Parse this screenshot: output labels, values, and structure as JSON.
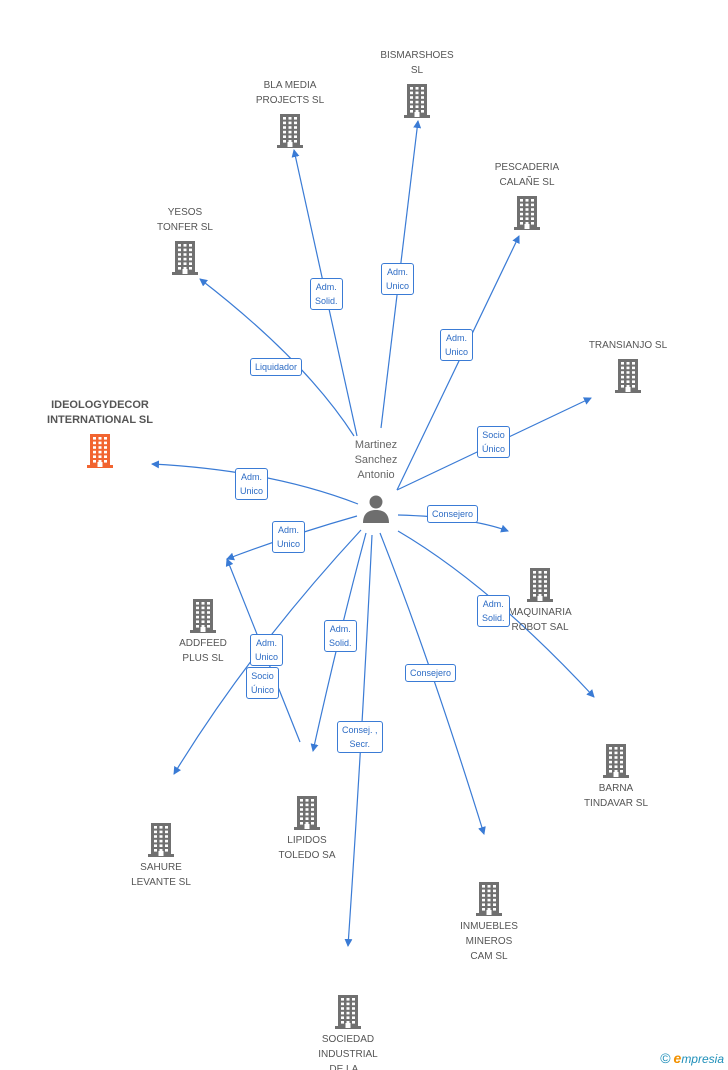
{
  "center": {
    "name": "Martinez\nSanchez\nAntonio"
  },
  "colors": {
    "edge": "#3a7bd5",
    "building": "#707070",
    "highlight": "#f26430",
    "person": "#6e6e6e"
  },
  "nodes": [
    {
      "id": "bismarshoes",
      "name": "BISMARSHOES\nSL"
    },
    {
      "id": "bla-media",
      "name": "BLA MEDIA\nPROJECTS SL"
    },
    {
      "id": "pescaderia",
      "name": "PESCADERIA\nCALAÑE  SL"
    },
    {
      "id": "yesos",
      "name": "YESOS\nTONFER SL"
    },
    {
      "id": "transianjo",
      "name": "TRANSIANJO SL"
    },
    {
      "id": "ideologydecor",
      "name": "IDEOLOGYDECOR\nINTERNATIONAL SL",
      "highlight": true
    },
    {
      "id": "maquinaria",
      "name": "MAQUINARIA\nROBOT SAL"
    },
    {
      "id": "addfeed",
      "name": "ADDFEED\nPLUS SL"
    },
    {
      "id": "barna",
      "name": "BARNA\nTINDAVAR  SL"
    },
    {
      "id": "sahure",
      "name": "SAHURE\nLEVANTE SL"
    },
    {
      "id": "lipidos",
      "name": "LIPIDOS\nTOLEDO SA"
    },
    {
      "id": "inmuebles",
      "name": "INMUEBLES\nMINEROS\nCAM SL"
    },
    {
      "id": "sociedad",
      "name": "SOCIEDAD\nINDUSTRIAL\nDE LA..."
    }
  ],
  "edges": [
    {
      "to": "bismarshoes",
      "label": "Adm.\nUnico"
    },
    {
      "to": "bla-media",
      "label": "Adm.\nSolid."
    },
    {
      "to": "pescaderia",
      "label": "Adm.\nUnico"
    },
    {
      "to": "yesos",
      "label": "Liquidador"
    },
    {
      "to": "transianjo",
      "label": "Socio\nÚnico"
    },
    {
      "to": "ideologydecor",
      "label": "Adm.\nUnico"
    },
    {
      "to": "maquinaria",
      "label": "Consejero"
    },
    {
      "to": "addfeed",
      "label": "Adm.\nUnico"
    },
    {
      "to": "barna",
      "label": "Adm.\nSolid."
    },
    {
      "to": "lipidos",
      "label": "Adm.\nSolid."
    },
    {
      "to": "sociedad",
      "label": "Consej. ,\nSecr."
    },
    {
      "to": "inmuebles",
      "label": "Consejero"
    },
    {
      "to": "addfeed",
      "label": "Adm.\nUnico"
    },
    {
      "to": "sahure",
      "label": "Socio\nÚnico"
    }
  ],
  "footer": {
    "copyright": "©",
    "brand_initial": "e",
    "brand_rest": "mpresia"
  }
}
